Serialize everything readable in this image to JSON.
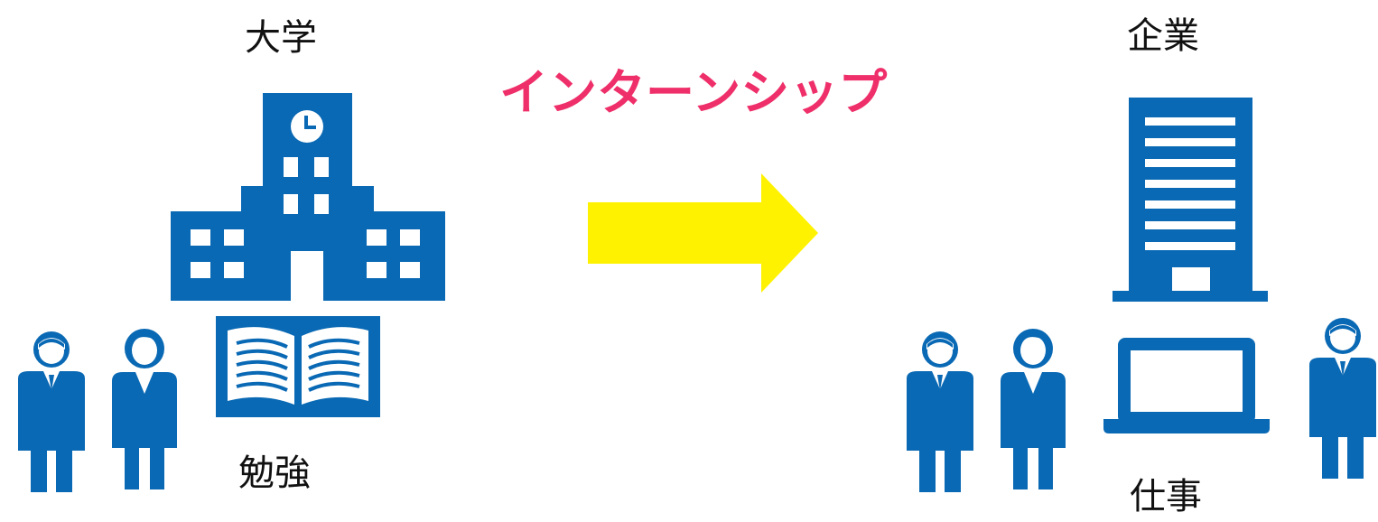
{
  "labels": {
    "university": "大学",
    "company": "企業",
    "study": "勉強",
    "work": "仕事",
    "internship": "インターンシップ"
  },
  "colors": {
    "icon_blue": "#0a69b4",
    "arrow_yellow": "#fff200",
    "title_pink": "#ef2f6a",
    "text_black": "#111111"
  },
  "icons": {
    "university": "school-building-icon",
    "company": "office-building-icon",
    "study": "open-book-icon",
    "work": "laptop-icon",
    "people": "person-icon",
    "transition": "right-arrow-icon"
  }
}
